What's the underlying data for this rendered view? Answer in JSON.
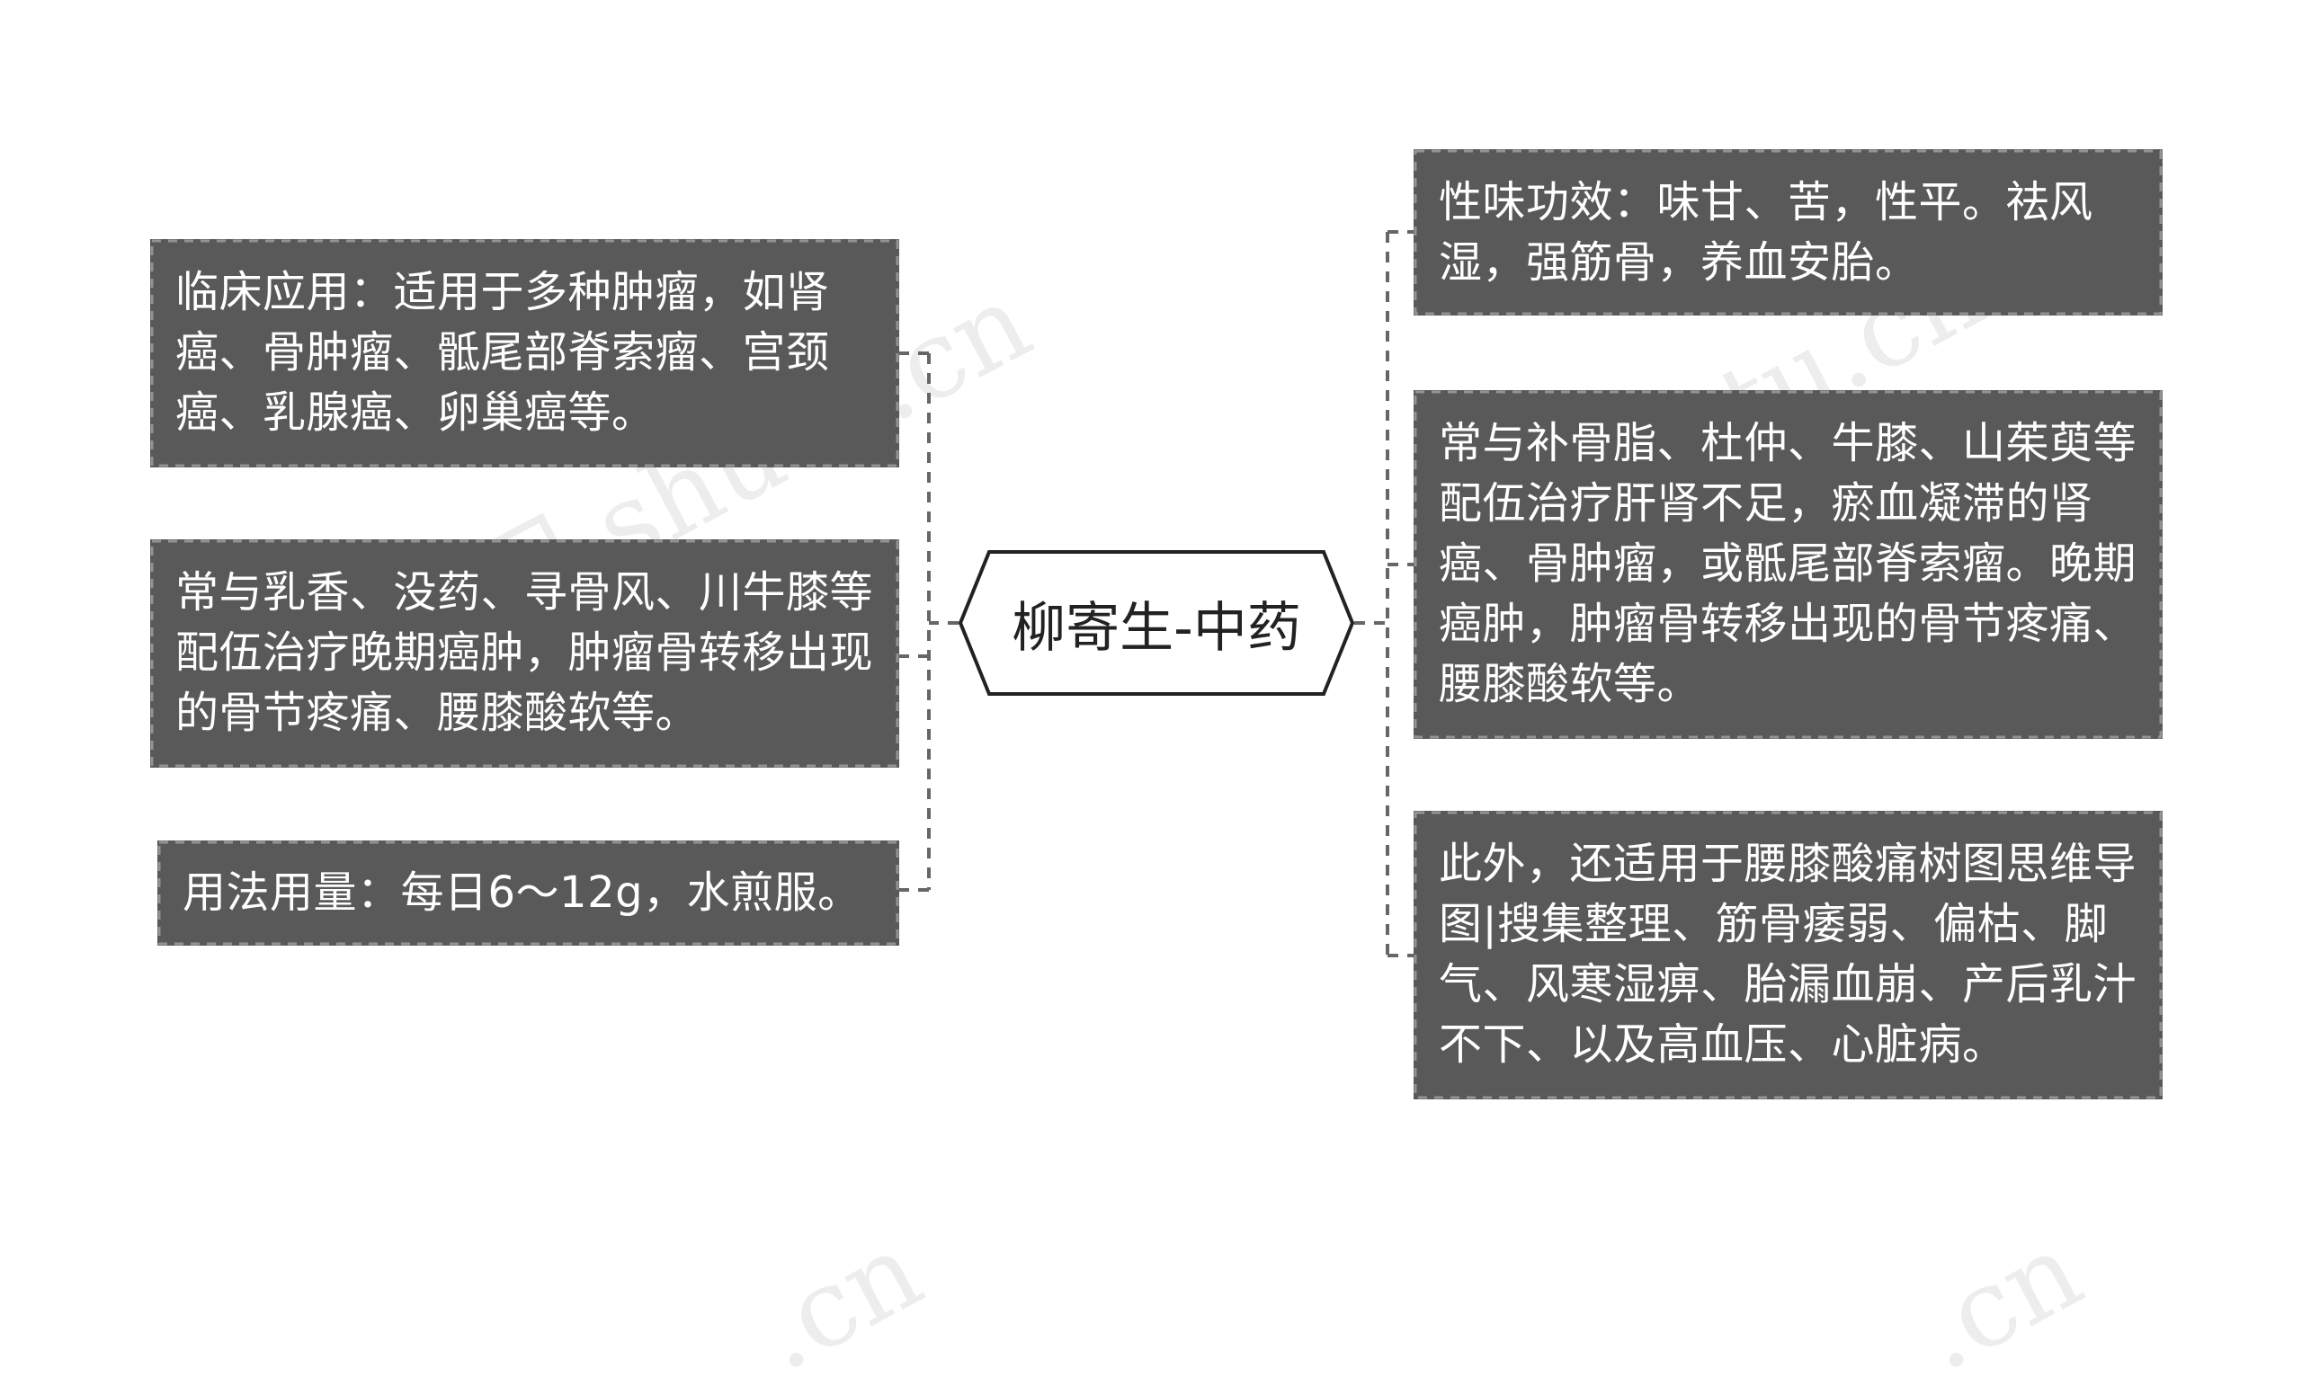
{
  "root": {
    "label": "柳寄生-中药"
  },
  "left_nodes": [
    {
      "text": "临床应用：适用于多种肿瘤，如肾癌、骨肿瘤、骶尾部脊索瘤、宫颈癌、乳腺癌、卵巢癌等。"
    },
    {
      "text": "常与乳香、没药、寻骨风、川牛膝等配伍治疗晚期癌肿，肿瘤骨转移出现的骨节疼痛、腰膝酸软等。"
    },
    {
      "text": "用法用量：每日6～12g，水煎服。"
    }
  ],
  "right_nodes": [
    {
      "text": "性味功效：味甘、苦，性平。祛风湿，强筋骨，养血安胎。"
    },
    {
      "text": "常与补骨脂、杜仲、牛膝、山茱萸等配伍治疗肝肾不足，瘀血凝滞的肾癌、骨肿瘤，或骶尾部脊索瘤。晚期癌肿，肿瘤骨转移出现的骨节疼痛、腰膝酸软等。"
    },
    {
      "text": "此外，还适用于腰膝酸痛树图思维导图|搜集整理、筋骨痿弱、偏枯、脚气、风寒湿痹、胎漏血崩、产后乳汁不下、以及高血压、心脏病。"
    }
  ],
  "watermarks": [
    "树图 shutu.cn",
    "shutu.cn",
    ".cn",
    ".cn"
  ],
  "colors": {
    "node_fill": "#595959",
    "node_text": "#ffffff",
    "connector": "#666666",
    "root_border": "#222222",
    "root_text": "#222222"
  }
}
